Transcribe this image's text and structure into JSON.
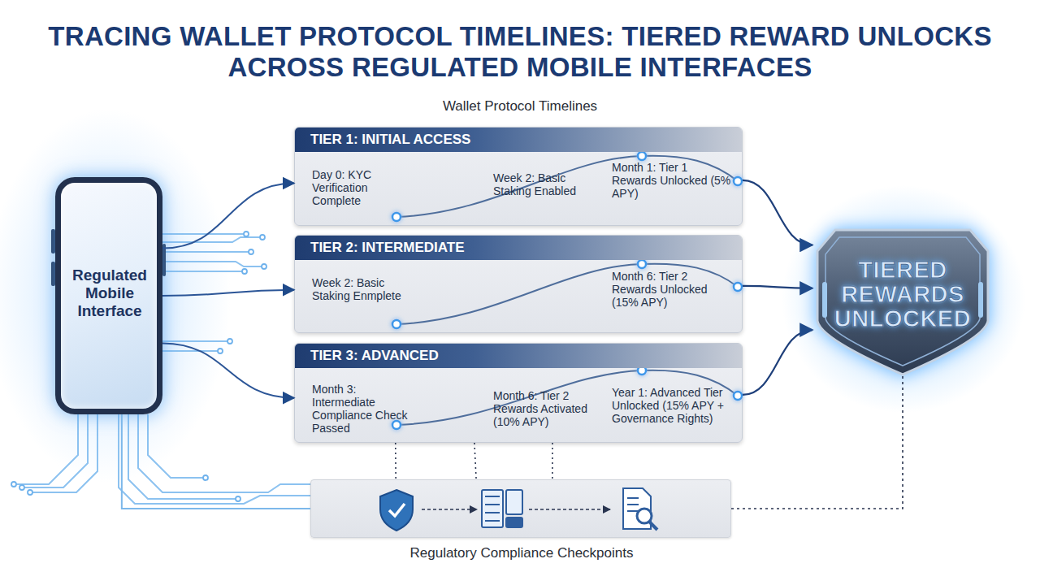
{
  "diagram": {
    "title": "TRACING WALLET PROTOCOL TIMELINES: TIERED REWARD UNLOCKS ACROSS REGULATED MOBILE INTERFACES",
    "nodes": [
      {
        "text": [
          "Regulated Mobile Interface"
        ]
      },
      {
        "text": [
          "TIER 1: INITIAL ACCESS",
          "Day 0: KYC Verification Complete",
          "Week 2: Basic Staking Enabled",
          "Month 1: Tier 1 Rewards Unlocked (5% APY)"
        ]
      },
      {
        "text": [
          "TIER 2: INTERMEDIATE",
          "Week 2: Basic Staking Enmplete",
          "Month 6: Tier 2 Rewards Unlocked (15% APY)"
        ]
      },
      {
        "text": [
          "TIER 3: ADVANCED",
          "Month 3: Intermediate Compliance Check Passed",
          "Month 6: Tier 2 Rewards Activated (10% APY)",
          "Year 1: Advanced Tier Unlocked (15% APY + Governance Rights)"
        ]
      },
      {
        "text": [
          "TIERED REWARDS UNLOCKED"
        ]
      },
      {
        "text": [
          "Regulatory Compliance Checkpoints"
        ]
      }
    ],
    "edges": [
      {
        "from": 0,
        "to": 1,
        "arrow": "to"
      },
      {
        "from": 0,
        "to": 2,
        "arrow": "to"
      },
      {
        "from": 0,
        "to": 3,
        "arrow": "to"
      },
      {
        "from": 1,
        "to": 4,
        "arrow": "to"
      },
      {
        "from": 2,
        "to": 4,
        "arrow": "to"
      },
      {
        "from": 3,
        "to": 4,
        "arrow": "to"
      },
      {
        "from": 3,
        "to": 5,
        "arrow": "none"
      },
      {
        "from": 3,
        "to": 5,
        "arrow": "none"
      },
      {
        "from": 3,
        "to": 5,
        "arrow": "none"
      },
      {
        "from": 0,
        "to": 5,
        "arrow": "none"
      },
      {
        "from": 5,
        "to": 4,
        "arrow": "none"
      }
    ],
    "labels": [
      "Wallet Protocol Timelines"
    ]
  }
}
